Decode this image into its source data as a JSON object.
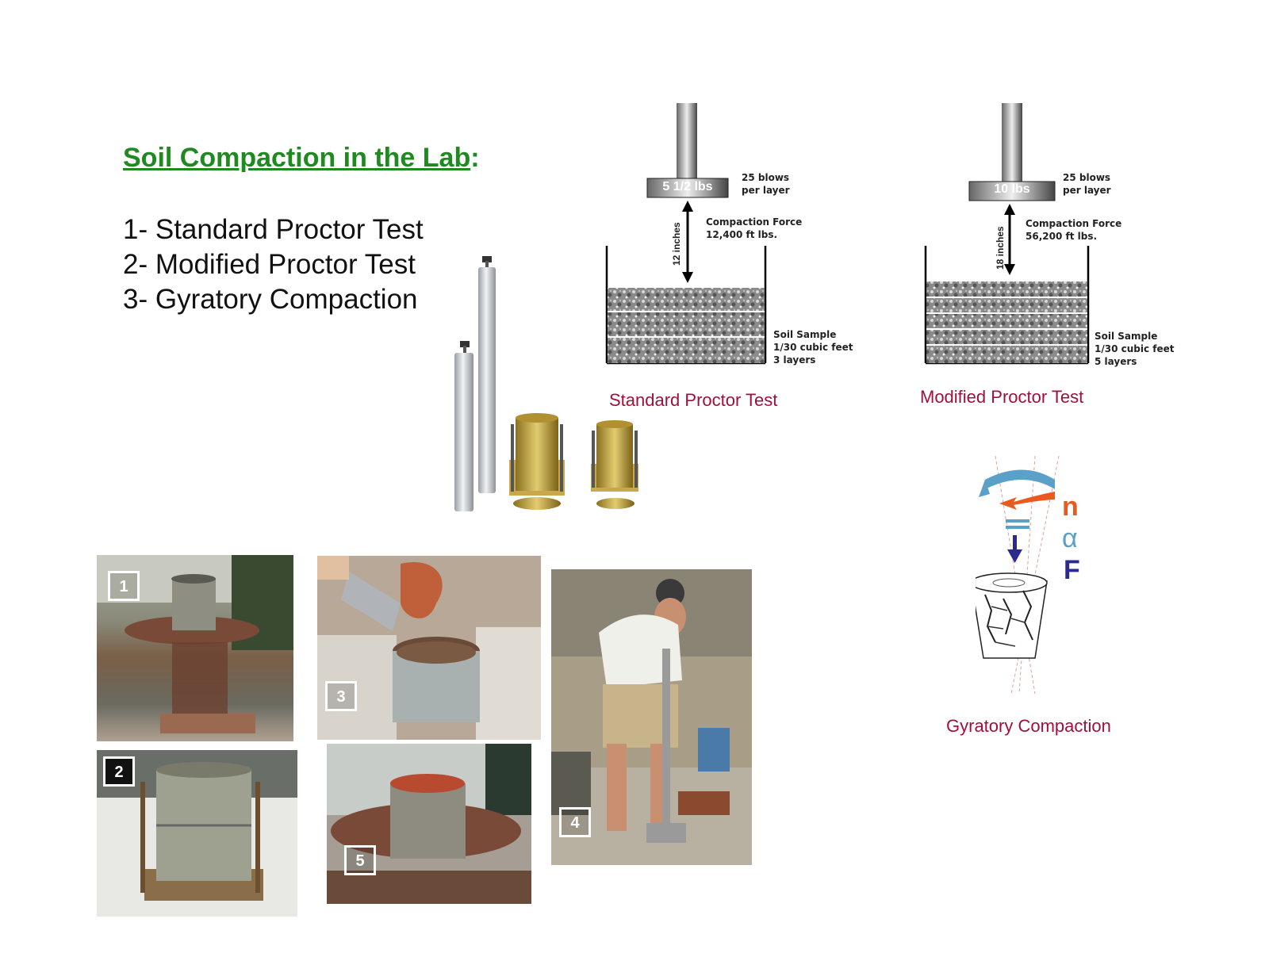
{
  "title": {
    "text": "Soil Compaction in the Lab",
    "colon": ":"
  },
  "tests": [
    "1- Standard Proctor Test",
    "2- Modified Proctor Test",
    "3- Gyratory Compaction"
  ],
  "standard": {
    "weight": "5 1/2 lbs",
    "blows": [
      "25 blows",
      "per layer"
    ],
    "force": [
      "Compaction Force",
      "12,400 ft lbs."
    ],
    "drop": "12 inches",
    "sample": [
      "Soil Sample",
      "1/30 cubic feet",
      "3 layers"
    ],
    "caption": "Standard Proctor Test"
  },
  "modified": {
    "weight": "10 lbs",
    "blows": [
      "25 blows",
      "per layer"
    ],
    "force": [
      "Compaction Force",
      "56,200 ft lbs."
    ],
    "drop": "18 inches",
    "sample": [
      "Soil Sample",
      "1/30 cubic feet",
      "5 layers"
    ],
    "caption": "Modified Proctor Test"
  },
  "gyratory": {
    "labels": {
      "n": "n",
      "alpha": "α",
      "F": "F"
    },
    "caption": "Gyratory Compaction"
  },
  "photos": [
    "1",
    "2",
    "3",
    "4",
    "5"
  ],
  "colors": {
    "title": "#1f8a1f",
    "caption": "#a0103a",
    "n": "#e85a20",
    "alpha": "#5ba0c8",
    "F": "#2a2a90"
  }
}
